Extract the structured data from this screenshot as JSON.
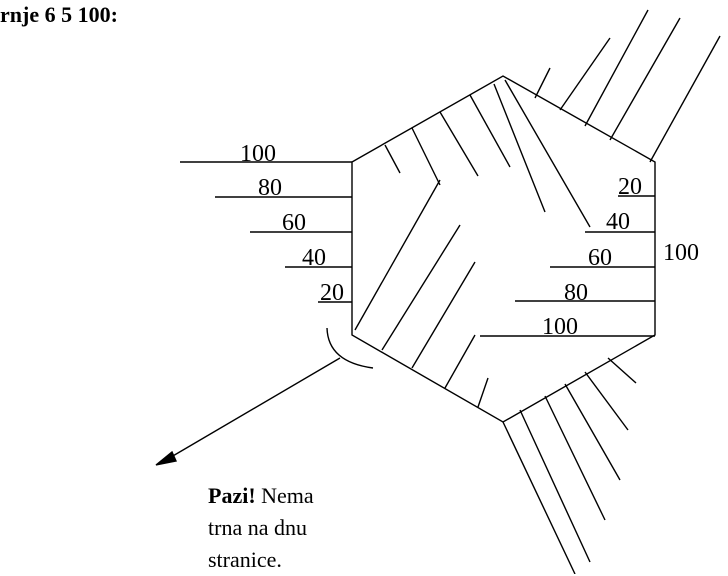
{
  "heading": "rnje 6 5 100:",
  "left_labels": [
    "100",
    "80",
    "60",
    "40",
    "20"
  ],
  "right_labels": [
    "20",
    "40",
    "60",
    "80",
    "100"
  ],
  "side_label": "100",
  "note": {
    "bold": "Pazi!",
    "text": " Nema trna na dnu stranice."
  },
  "colors": {
    "line": "#000000",
    "background": "#ffffff"
  }
}
